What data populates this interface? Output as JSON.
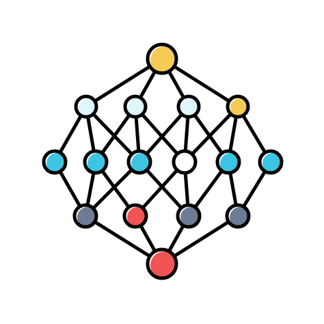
{
  "diagram": {
    "kind": "neural-network-icon",
    "colors": {
      "stroke": "#000000",
      "background": "#ffffff",
      "yellow": "#f6cb55",
      "light_blue": "#dff6fc",
      "cyan": "#3cc5e3",
      "white": "#ffffff",
      "slate": "#6e7b94",
      "red": "#f05454"
    },
    "layers": [
      {
        "id": "output",
        "nodes": [
          {
            "id": "top",
            "fill": "yellow"
          }
        ]
      },
      {
        "id": "hidden-1",
        "nodes": [
          {
            "id": "h1a",
            "fill": "light_blue"
          },
          {
            "id": "h1b",
            "fill": "light_blue"
          },
          {
            "id": "h1c",
            "fill": "light_blue"
          },
          {
            "id": "h1d",
            "fill": "yellow"
          }
        ]
      },
      {
        "id": "hidden-2",
        "nodes": [
          {
            "id": "h2a",
            "fill": "cyan"
          },
          {
            "id": "h2b",
            "fill": "cyan"
          },
          {
            "id": "h2c",
            "fill": "cyan"
          },
          {
            "id": "h2d",
            "fill": "white"
          },
          {
            "id": "h2e",
            "fill": "cyan"
          },
          {
            "id": "h2f",
            "fill": "cyan"
          }
        ]
      },
      {
        "id": "hidden-3",
        "nodes": [
          {
            "id": "h3a",
            "fill": "slate"
          },
          {
            "id": "h3b",
            "fill": "red"
          },
          {
            "id": "h3c",
            "fill": "slate"
          },
          {
            "id": "h3d",
            "fill": "slate"
          }
        ]
      },
      {
        "id": "input",
        "nodes": [
          {
            "id": "bottom",
            "fill": "red"
          }
        ]
      }
    ],
    "edges": [
      [
        "top",
        "h1a"
      ],
      [
        "top",
        "h1b"
      ],
      [
        "top",
        "h1c"
      ],
      [
        "top",
        "h1d"
      ],
      [
        "h1a",
        "h2a"
      ],
      [
        "h1a",
        "h2b"
      ],
      [
        "h1a",
        "h2c"
      ],
      [
        "h1b",
        "h2b"
      ],
      [
        "h1b",
        "h2c"
      ],
      [
        "h1b",
        "h2d"
      ],
      [
        "h1c",
        "h2c"
      ],
      [
        "h1c",
        "h2d"
      ],
      [
        "h1c",
        "h2e"
      ],
      [
        "h1d",
        "h2d"
      ],
      [
        "h1d",
        "h2e"
      ],
      [
        "h1d",
        "h2f"
      ],
      [
        "h2a",
        "h3a"
      ],
      [
        "h2b",
        "h3a"
      ],
      [
        "h2b",
        "h3b"
      ],
      [
        "h2c",
        "h3a"
      ],
      [
        "h2c",
        "h3c"
      ],
      [
        "h2d",
        "h3b"
      ],
      [
        "h2d",
        "h3c"
      ],
      [
        "h2e",
        "h3c"
      ],
      [
        "h2e",
        "h3d"
      ],
      [
        "h2f",
        "h3d"
      ],
      [
        "h3a",
        "bottom"
      ],
      [
        "h3b",
        "bottom"
      ],
      [
        "h3c",
        "bottom"
      ],
      [
        "h3d",
        "bottom"
      ]
    ]
  }
}
